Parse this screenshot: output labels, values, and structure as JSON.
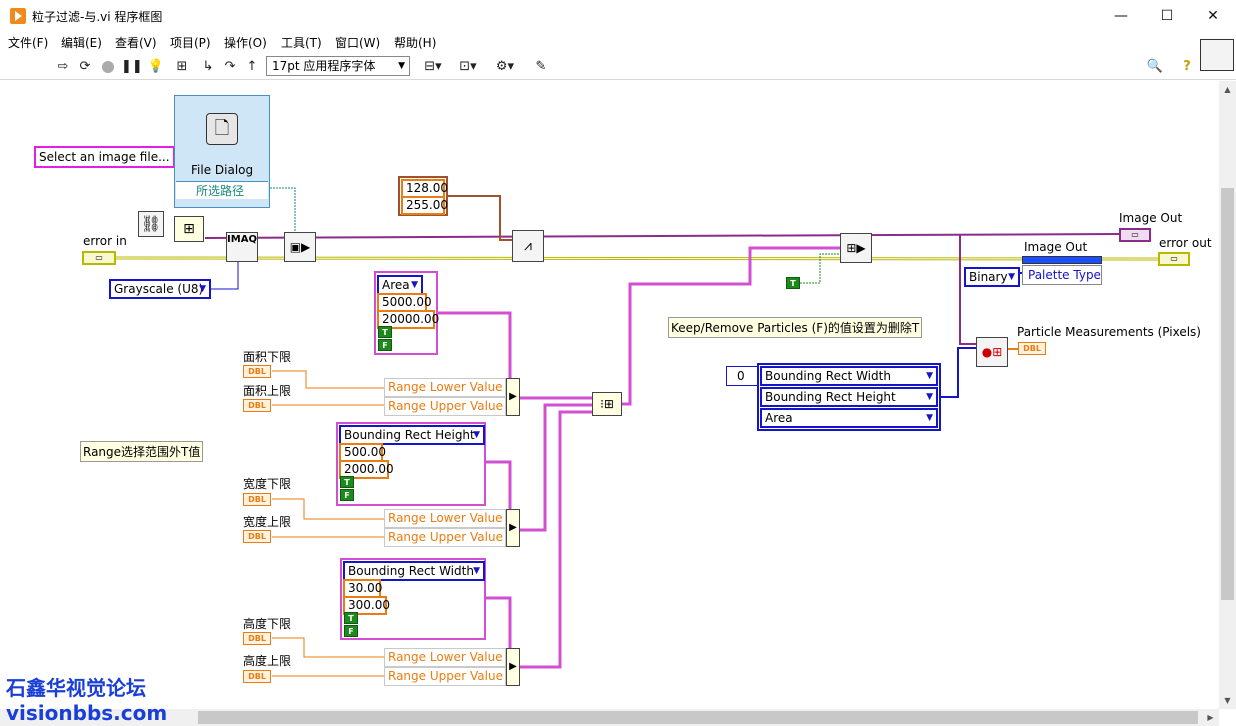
{
  "window": {
    "title": "粒子过滤-与.vi 程序框图",
    "controls": [
      "—",
      "☐",
      "✕"
    ]
  },
  "menu": [
    "文件(F)",
    "编辑(E)",
    "查看(V)",
    "项目(P)",
    "操作(O)",
    "工具(T)",
    "窗口(W)",
    "帮助(H)"
  ],
  "toolbar": {
    "font": "17pt 应用程序字体",
    "icons": [
      "run-arrow-icon",
      "run-continuous-icon",
      "abort-icon",
      "pause-icon",
      "highlight-execution-icon",
      "retain-wire-values-icon",
      "step-into-icon",
      "step-over-icon",
      "step-out-icon",
      "align-icon",
      "distribute-icon",
      "reorder-icon",
      "cleanup-icon",
      "search-icon",
      "help-icon"
    ]
  },
  "diagram": {
    "file_dialog": {
      "string": "Select an image file...",
      "title": "File Dialog",
      "output": "所选路径"
    },
    "error_in": "error in",
    "error_out": "error out",
    "imaq_label": "IMAQ",
    "grayscale": "Grayscale (U8)",
    "threshold": {
      "low": "128.00",
      "high": "255.00"
    },
    "cluster_area": {
      "param": "Area",
      "low": "5000.00",
      "high": "20000.00",
      "t": "T",
      "f": "F"
    },
    "cluster_height": {
      "param": "Bounding Rect Height",
      "low": "500.00",
      "high": "2000.00",
      "t": "T",
      "f": "F"
    },
    "cluster_width": {
      "param": "Bounding Rect Width",
      "low": "30.00",
      "high": "300.00",
      "t": "T",
      "f": "F"
    },
    "labels": {
      "area_low": "面积下限",
      "area_high": "面积上限",
      "width_low": "宽度下限",
      "width_high": "宽度上限",
      "height_low": "高度下限",
      "height_high": "高度上限",
      "dbl": "DBL"
    },
    "bundle_rows": {
      "low": "Range Lower Value",
      "high": "Range Upper Value"
    },
    "comment_range": "Range选择范围外T值",
    "comment_keep": "Keep/Remove Particles (F)的值设置为删除T",
    "image_out_1": "Image Out",
    "image_out_2": "Image Out",
    "binary": "Binary",
    "palette_type": "Palette Type",
    "bool_t": "T",
    "index": "0",
    "measurement_items": [
      "Bounding Rect Width",
      "Bounding Rect Height",
      "Area"
    ],
    "particle_measurements": "Particle Measurements (Pixels)"
  },
  "watermark": {
    "line1": "石鑫华视觉论坛",
    "line2": "visionbbs.com"
  },
  "colors": {
    "string_wire": "#e61de6",
    "numeric": "#e97c12",
    "enum": "#1414c8",
    "bool": "#1e8a1e",
    "error_wire": "#b8b800"
  }
}
